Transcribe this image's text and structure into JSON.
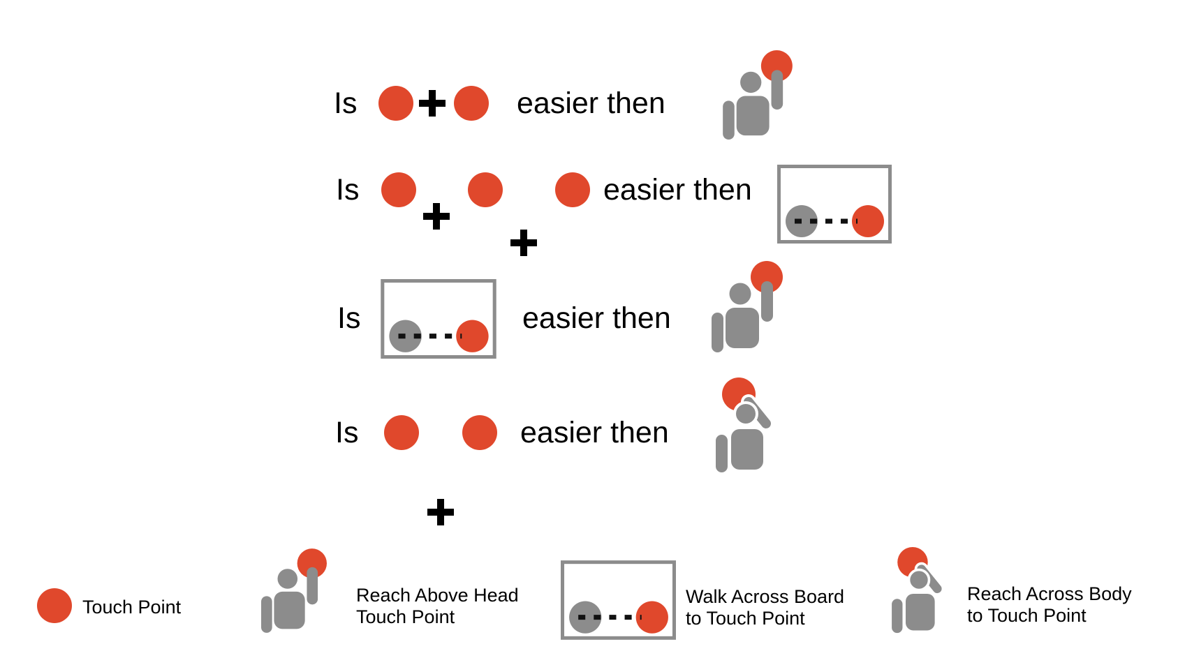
{
  "palette": {
    "touch_point_red": "#E0482C",
    "figure_gray": "#8C8C8C",
    "board_border_gray": "#8C8C8C",
    "dash_black": "#111111",
    "text_black": "#000000",
    "background": "#FFFFFF"
  },
  "strings": {
    "plus": "+"
  },
  "rows": [
    {
      "prefix": "Is",
      "comparison": "easier then",
      "left_touch_points": 2,
      "left_icons": "touch-point + touch-point",
      "right_icon": "reach-above-head-touch-point"
    },
    {
      "prefix": "Is",
      "comparison": "easier then",
      "left_touch_points": 3,
      "left_icons": "touch-point + touch-point + touch-point",
      "right_icon": "walk-across-board-to-touch-point"
    },
    {
      "prefix": "Is",
      "comparison": "easier then",
      "left_icons": "walk-across-board-to-touch-point",
      "right_icon": "reach-above-head-touch-point"
    },
    {
      "prefix": "Is",
      "comparison": "easier then",
      "left_touch_points": 2,
      "left_icons": "touch-point + touch-point",
      "right_icon": "reach-across-body-to-touch-point"
    }
  ],
  "legend": [
    {
      "icon": "touch-point",
      "label": "Touch Point"
    },
    {
      "icon": "reach-above-head-touch-point",
      "label_line1": "Reach Above Head",
      "label_line2": "Touch Point"
    },
    {
      "icon": "walk-across-board-to-touch-point",
      "label_line1": "Walk Across Board",
      "label_line2": "to Touch Point"
    },
    {
      "icon": "reach-across-body-to-touch-point",
      "label_line1": "Reach Across Body",
      "label_line2": "to Touch Point"
    }
  ]
}
